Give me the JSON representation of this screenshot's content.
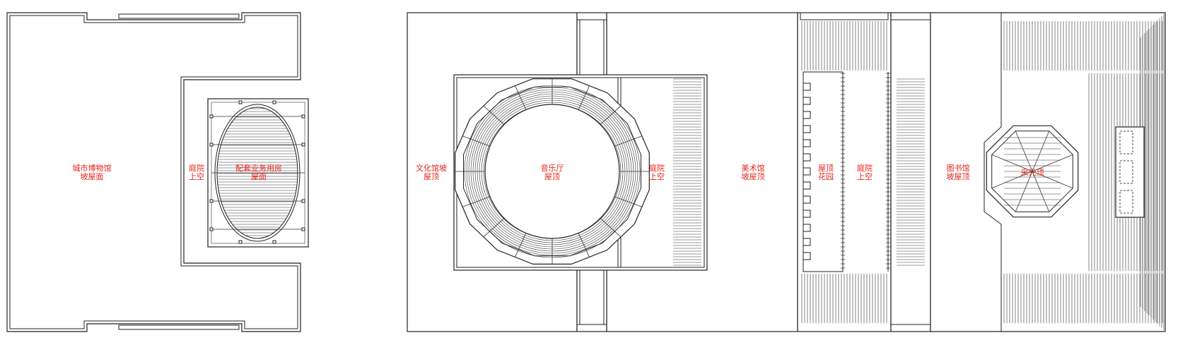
{
  "accent_color": "#e4241b",
  "line_color": "#222222",
  "labels": {
    "museum_l1": "城市博物馆",
    "museum_l2": "坡屋面",
    "courtyard1_l1": "庭院",
    "courtyard1_l2": "上空",
    "support_l1": "配套业务用房",
    "support_l2": "屋面",
    "culture_l1": "文化馆坡",
    "culture_l2": "屋顶",
    "concert_l1": "音乐厅",
    "concert_l2": "屋顶",
    "courtyard2_l1": "庭院",
    "courtyard2_l2": "上空",
    "art_l1": "美术馆",
    "art_l2": "坡屋顶",
    "garden_l1": "屋顶",
    "garden_l2": "花园",
    "courtyard3_l1": "庭院",
    "courtyard3_l2": "上空",
    "library_l1": "图书馆",
    "library_l2": "坡屋顶",
    "skylight": "采光顶"
  }
}
